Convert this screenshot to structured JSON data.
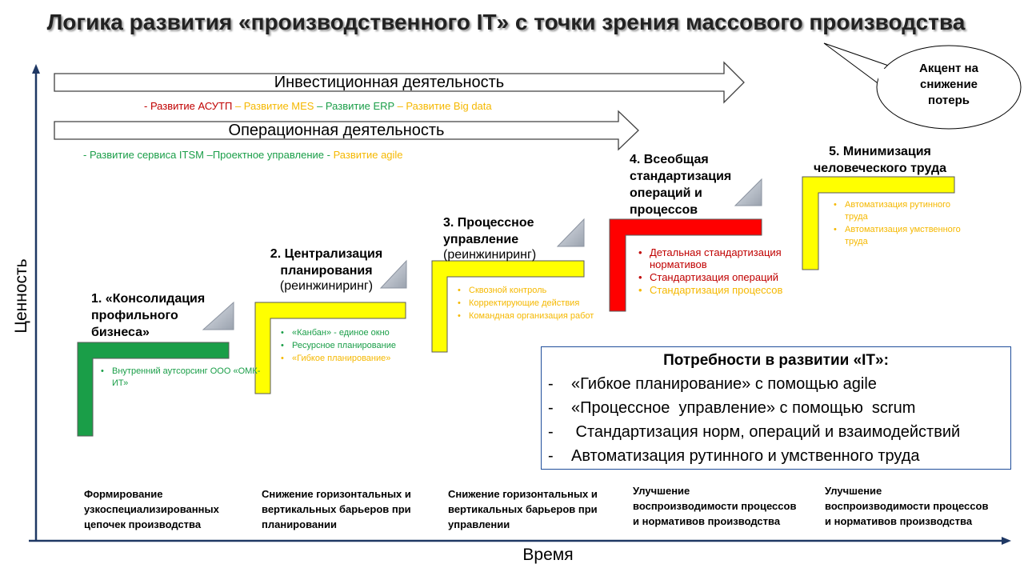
{
  "title": "Логика развития «производственного IT» с точки зрения массового производства",
  "callout": {
    "lines": [
      "Акцент на",
      "снижение",
      "потерь"
    ]
  },
  "arrows": [
    {
      "label": "Инвестиционная деятельность"
    },
    {
      "label": "Операционная  деятельность"
    }
  ],
  "investment_items": [
    {
      "text": "- Развитие АСУТП ",
      "color": "#c00000"
    },
    {
      "text": "– Развитие MES ",
      "color": "#f5b800"
    },
    {
      "text": "– Развитие ERP ",
      "color": "#1a9e48"
    },
    {
      "text": "– Развитие Big data",
      "color": "#f5b800"
    }
  ],
  "operational_items": [
    {
      "text": "- Развитие сервиса ITSM ",
      "color": "#1a9e48"
    },
    {
      "text": "–Проектное управление ",
      "color": "#1a9e48"
    },
    {
      "text": "- ",
      "color": "#1a9e48"
    },
    {
      "text": "Развитие agile",
      "color": "#f5b800"
    }
  ],
  "stages": [
    {
      "title": "1. «Консолидация\nпрофильного\nбизнеса»",
      "subtitle": "",
      "color": "#1a9e48",
      "bullets": [
        {
          "text": "Внутренний  аутсорсинг ООО «ОМК-ИТ»",
          "color": "#1a9e48"
        }
      ]
    },
    {
      "title": "2. Централизация\nпланирования",
      "subtitle": "(реинжиниринг)",
      "color": "#ffff00",
      "bullets": [
        {
          "text": "«Канбан» - единое окно",
          "color": "#1a9e48"
        },
        {
          "text": "Ресурсное планирование",
          "color": "#1a9e48"
        },
        {
          "text": "«Гибкое планирование»",
          "color": "#f5b800"
        }
      ]
    },
    {
      "title": "3. Процессное\nуправление",
      "subtitle": "(реинжиниринг)",
      "color": "#ffff00",
      "bullets": [
        {
          "text": "Сквозной контроль",
          "color": "#f5b800"
        },
        {
          "text": "Корректирующие действия",
          "color": "#f5b800"
        },
        {
          "text": "Командная организация работ",
          "color": "#f5b800"
        }
      ]
    },
    {
      "title": "4. Всеобщая\nстандартизация\nопераций и\nпроцессов",
      "subtitle": "",
      "color": "#ff0000",
      "bullets": [
        {
          "text": "Детальная стандартизация нормативов",
          "color": "#c00000"
        },
        {
          "text": "Стандартизация операций",
          "color": "#c00000"
        },
        {
          "text": "Стандартизация процессов",
          "color": "#f5b800"
        }
      ]
    },
    {
      "title": "5. Минимизация\nчеловеческого труда",
      "subtitle": "",
      "color": "#ffff00",
      "bullets": [
        {
          "text": "Автоматизация рутинного труда",
          "color": "#f5b800"
        },
        {
          "text": "Автоматизация умственного труда",
          "color": "#f5b800"
        }
      ]
    }
  ],
  "needs": {
    "title": "Потребности в развитии «IT»:",
    "items": [
      "«Гибкое планирование»  с помощью agile",
      "«Процессное  управление» с помощью  scrum",
      " Стандартизация норм, операций и взаимодействий",
      "Автоматизация рутинного и умственного труда"
    ],
    "dash": "-"
  },
  "bottom_labels": [
    "Формирование\nузкоспециализированных\nцепочек производства",
    "Снижение горизонтальных и\nвертикальных барьеров при\nпланировании",
    "Снижение горизонтальных и\nвертикальных барьеров при\nуправлении",
    "Улучшение\nвоспроизводимости процессов\nи нормативов производства",
    "Улучшение\nвоспроизводимости процессов\nи нормативов производства"
  ],
  "axes": {
    "x_label": "Время",
    "y_label": "Ценность"
  },
  "colors": {
    "axis": "#1f3864",
    "arrow_outline": "#404040",
    "triangle": "#b0b6c0",
    "needs_border": "#1f4e9a"
  }
}
